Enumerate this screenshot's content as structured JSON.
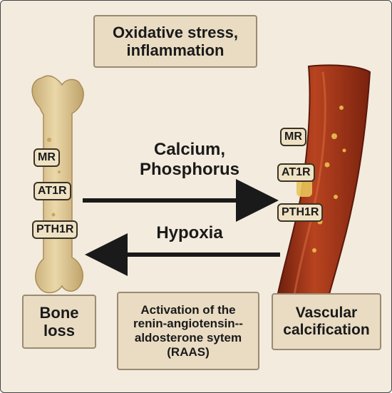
{
  "top_box": {
    "text": "Oxidative stress, inflammation"
  },
  "bone": {
    "receptors": [
      "MR",
      "AT1R",
      "PTH1R"
    ],
    "label": "Bone loss"
  },
  "vessel": {
    "receptors": [
      "MR",
      "AT1R",
      "PTH1R"
    ],
    "label": "Vascular calcification"
  },
  "arrow_right": {
    "label": "Calcium, Phosphorus"
  },
  "arrow_left": {
    "label": "Hypoxia"
  },
  "raas_box": {
    "text": "Activation of the renin-angiotensin--aldosterone sytem (RAAS)"
  },
  "colors": {
    "background": "#f3ebdd",
    "bone": "#e0c993",
    "vessel": "#a8361a",
    "arrow": "#1a1a1a"
  }
}
